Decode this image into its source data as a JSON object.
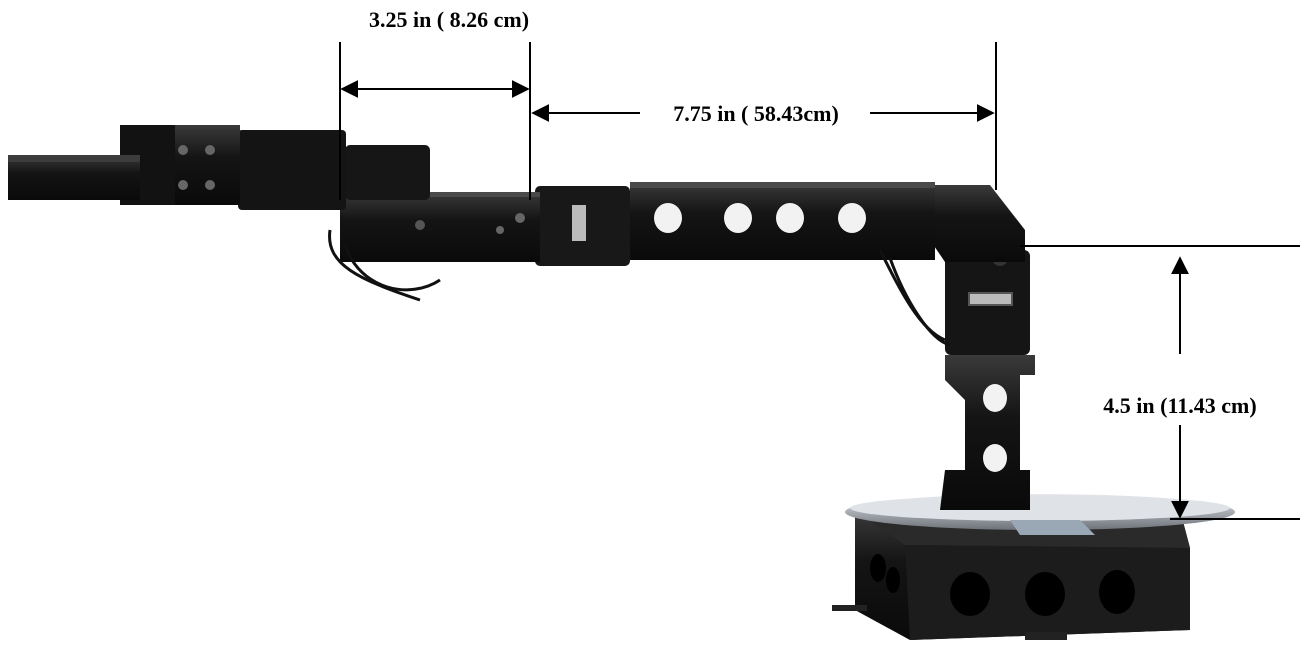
{
  "dimensions": [
    {
      "id": "forearm",
      "label": "3.25 in ( 8.26 cm)"
    },
    {
      "id": "upper_arm",
      "label": "7.75 in ( 58.43cm)"
    },
    {
      "id": "base_height",
      "label": "4.5 in (11.43 cm)"
    }
  ],
  "colors": {
    "background": "#ffffff",
    "arm_metal": "#1a1a1a",
    "arm_highlight": "#3a3a3a",
    "hole": "#f2f2f2",
    "base_plate": "#c9ccd0",
    "dimension_line": "#000000"
  }
}
